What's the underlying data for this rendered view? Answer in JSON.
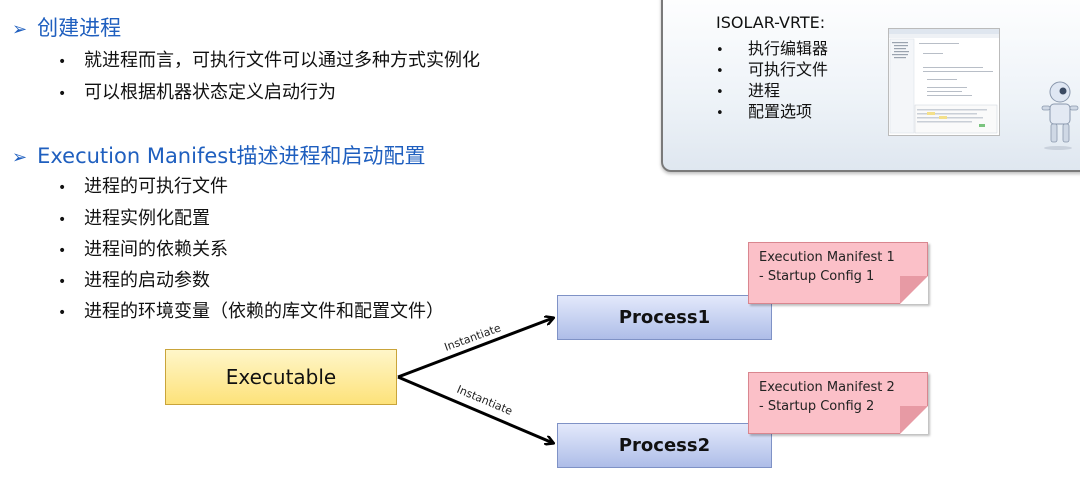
{
  "section1": {
    "title": "创建进程",
    "bullets": [
      "就进程而言，可执行文件可以通过多种方式实例化",
      "可以根据机器状态定义启动行为"
    ]
  },
  "section2": {
    "title": "Execution Manifest描述进程和启动配置",
    "bullets": [
      "进程的可执行文件",
      "进程实例化配置",
      "进程间的依赖关系",
      "进程的启动参数",
      "进程的环境变量（依赖的库文件和配置文件）"
    ]
  },
  "tool_panel": {
    "title": "ISOLAR-VRTE:",
    "items": [
      "执行编辑器",
      "可执行文件",
      "进程",
      "配置选项"
    ]
  },
  "diagram": {
    "executable": "Executable",
    "process1": "Process1",
    "process2": "Process2",
    "edge_label_1": "Instantiate",
    "edge_label_2": "Instantiate",
    "note1": {
      "line1": "Execution Manifest 1",
      "line2": "- Startup Config 1"
    },
    "note2": {
      "line1": "Execution Manifest 2",
      "line2": "- Startup Config 2"
    }
  },
  "colors": {
    "heading": "#1f5fbf",
    "executable_fill": "#fde27a",
    "process_fill": "#aebde8",
    "note_fill": "#fbc0c8"
  },
  "icons": [
    "bullet-arrow-icon",
    "ide-screenshot",
    "robot-mascot-icon"
  ]
}
